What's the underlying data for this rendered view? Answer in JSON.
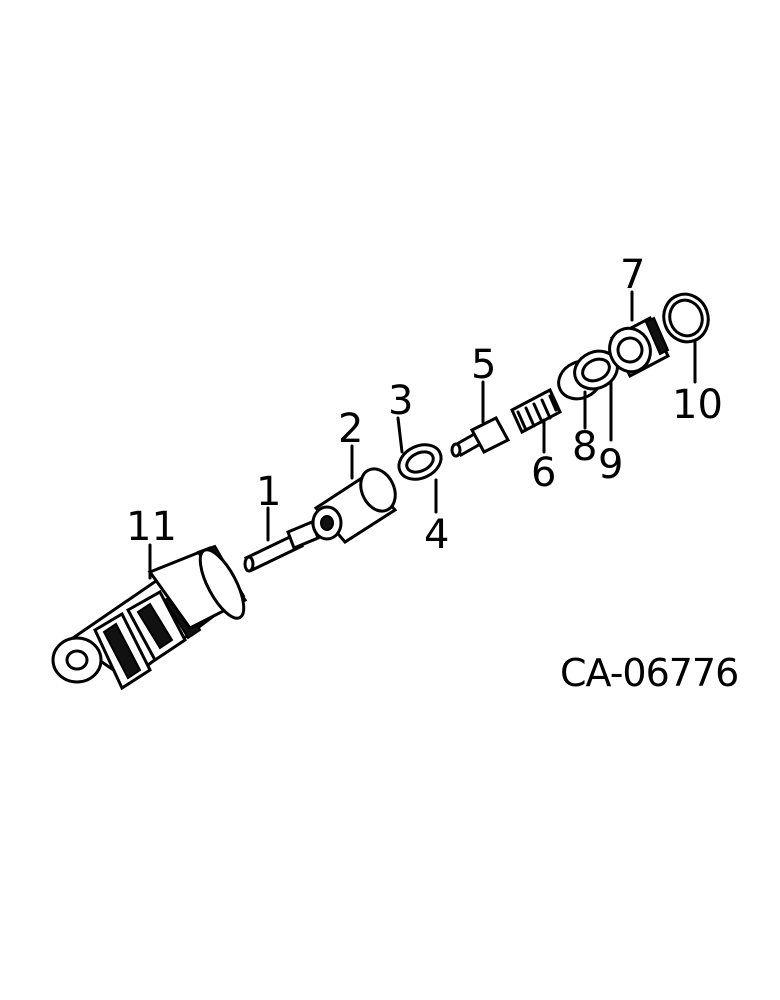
{
  "callouts": {
    "p1": "1",
    "p2": "2",
    "p3": "3",
    "p4": "4",
    "p5": "5",
    "p6": "6",
    "p7": "7",
    "p8": "8",
    "p9": "9",
    "p10": "10",
    "p11": "11"
  },
  "figure_id": "CA-06776"
}
